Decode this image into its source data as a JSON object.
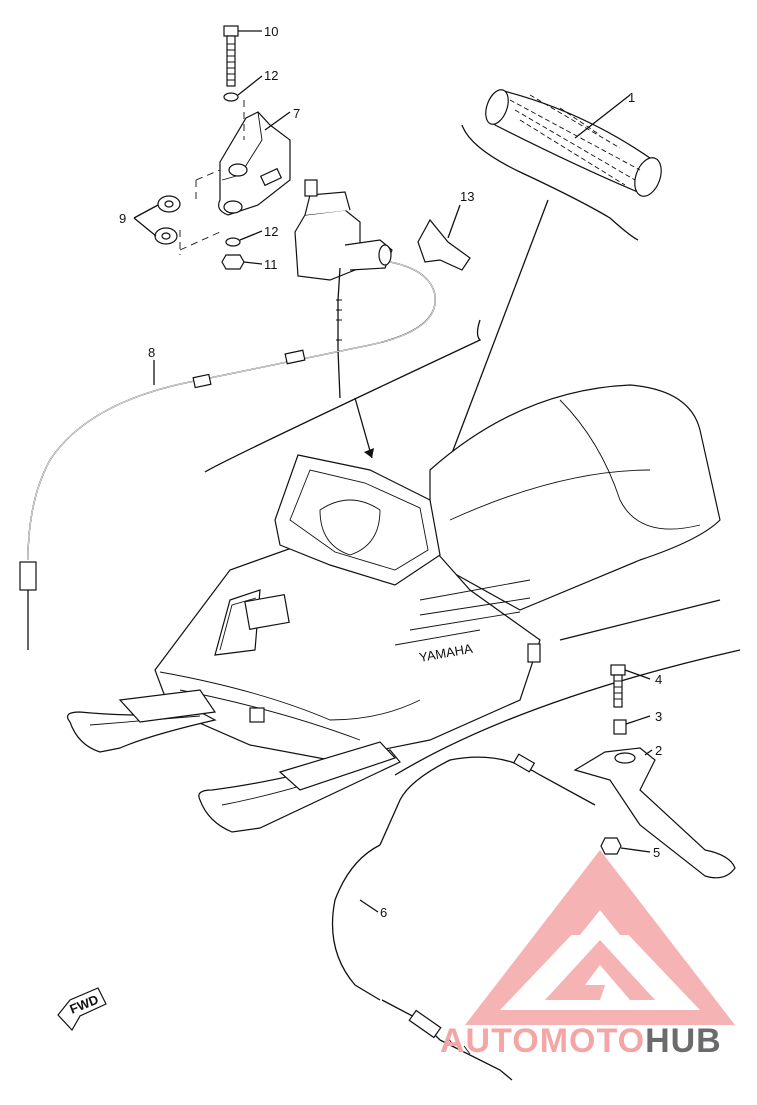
{
  "diagram": {
    "callouts": [
      {
        "id": "callout-1",
        "label": "1"
      },
      {
        "id": "callout-2",
        "label": "2"
      },
      {
        "id": "callout-3-lower",
        "label": "3"
      },
      {
        "id": "callout-4",
        "label": "4"
      },
      {
        "id": "callout-5",
        "label": "5"
      },
      {
        "id": "callout-6",
        "label": "6"
      },
      {
        "id": "callout-7",
        "label": "7"
      },
      {
        "id": "callout-8",
        "label": "8"
      },
      {
        "id": "callout-9",
        "label": "9"
      },
      {
        "id": "callout-10",
        "label": "10"
      },
      {
        "id": "callout-11",
        "label": "11"
      },
      {
        "id": "callout-12-top",
        "label": "12"
      },
      {
        "id": "callout-12-mid",
        "label": "12"
      },
      {
        "id": "callout-13",
        "label": "13"
      }
    ],
    "fwd_label": "FWD",
    "hood_brand": "YAMAHA"
  },
  "watermark": {
    "part1": "AUTOMOTO",
    "part2": "HUB",
    "color_primary": "#f4a6a6",
    "color_secondary": "#6b6b6b"
  }
}
